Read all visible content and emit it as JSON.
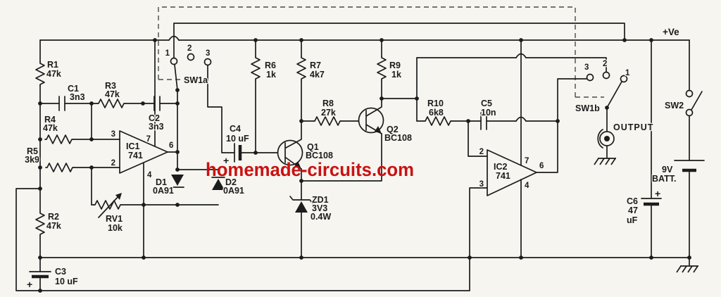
{
  "watermark": {
    "text": "homemade-circuits.com"
  },
  "colors": {
    "ink": "#1c1c1c",
    "paper": "#f6f5f0",
    "watermark": "#cb1111"
  },
  "power": {
    "rail": "+Ve",
    "sw2": "SW2",
    "battery_l1": "9V",
    "battery_l2": "BATT."
  },
  "output": {
    "label": "OUTPUT"
  },
  "switch_bank": {
    "sw1a": {
      "label": "SW1a",
      "p1": "1",
      "p2": "2",
      "p3": "3"
    },
    "sw1b": {
      "label": "SW1b",
      "p1": "1",
      "p2": "2",
      "p3": "3"
    }
  },
  "opamps": {
    "ic1": {
      "ref": "IC1",
      "part": "741",
      "pin3": "3",
      "pin2": "2",
      "pin7": "7",
      "pin6": "6",
      "pin4": "4"
    },
    "ic2": {
      "ref": "IC2",
      "part": "741",
      "pin3": "3",
      "pin2": "2",
      "pin7": "7",
      "pin6": "6",
      "pin4": "4"
    }
  },
  "resistors": {
    "r1": {
      "ref": "R1",
      "value": "47k"
    },
    "r2": {
      "ref": "R2",
      "value": "47k"
    },
    "r3": {
      "ref": "R3",
      "value": "47k"
    },
    "r4": {
      "ref": "R4",
      "value": "47k"
    },
    "r5": {
      "ref": "R5",
      "value": "3k9"
    },
    "r6": {
      "ref": "R6",
      "value": "1k"
    },
    "r7": {
      "ref": "R7",
      "value": "4k7"
    },
    "r8": {
      "ref": "R8",
      "value": "27k"
    },
    "r9": {
      "ref": "R9",
      "value": "1k"
    },
    "r10": {
      "ref": "R10",
      "value": "6k8"
    },
    "rv1": {
      "ref": "RV1",
      "value": "10k"
    }
  },
  "capacitors": {
    "c1": {
      "ref": "C1",
      "value": "3n3"
    },
    "c2": {
      "ref": "C2",
      "value": "3n3"
    },
    "c3": {
      "ref": "C3",
      "value": "10 uF",
      "polarity": "+"
    },
    "c4": {
      "ref": "C4",
      "value": "10 uF",
      "polarity": "+"
    },
    "c5": {
      "ref": "C5",
      "value": "10n"
    },
    "c6": {
      "ref": "C6",
      "value": "47",
      "unit": "uF",
      "polarity": "+"
    }
  },
  "diodes": {
    "d1": {
      "ref": "D1",
      "part": "0A91"
    },
    "d2": {
      "ref": "D2",
      "part": "0A91"
    },
    "zd1": {
      "ref": "ZD1",
      "voltage": "3V3",
      "power": "0.4W"
    }
  },
  "transistors": {
    "q1": {
      "ref": "Q1",
      "part": "BC108"
    },
    "q2": {
      "ref": "Q2",
      "part": "BC108"
    }
  }
}
